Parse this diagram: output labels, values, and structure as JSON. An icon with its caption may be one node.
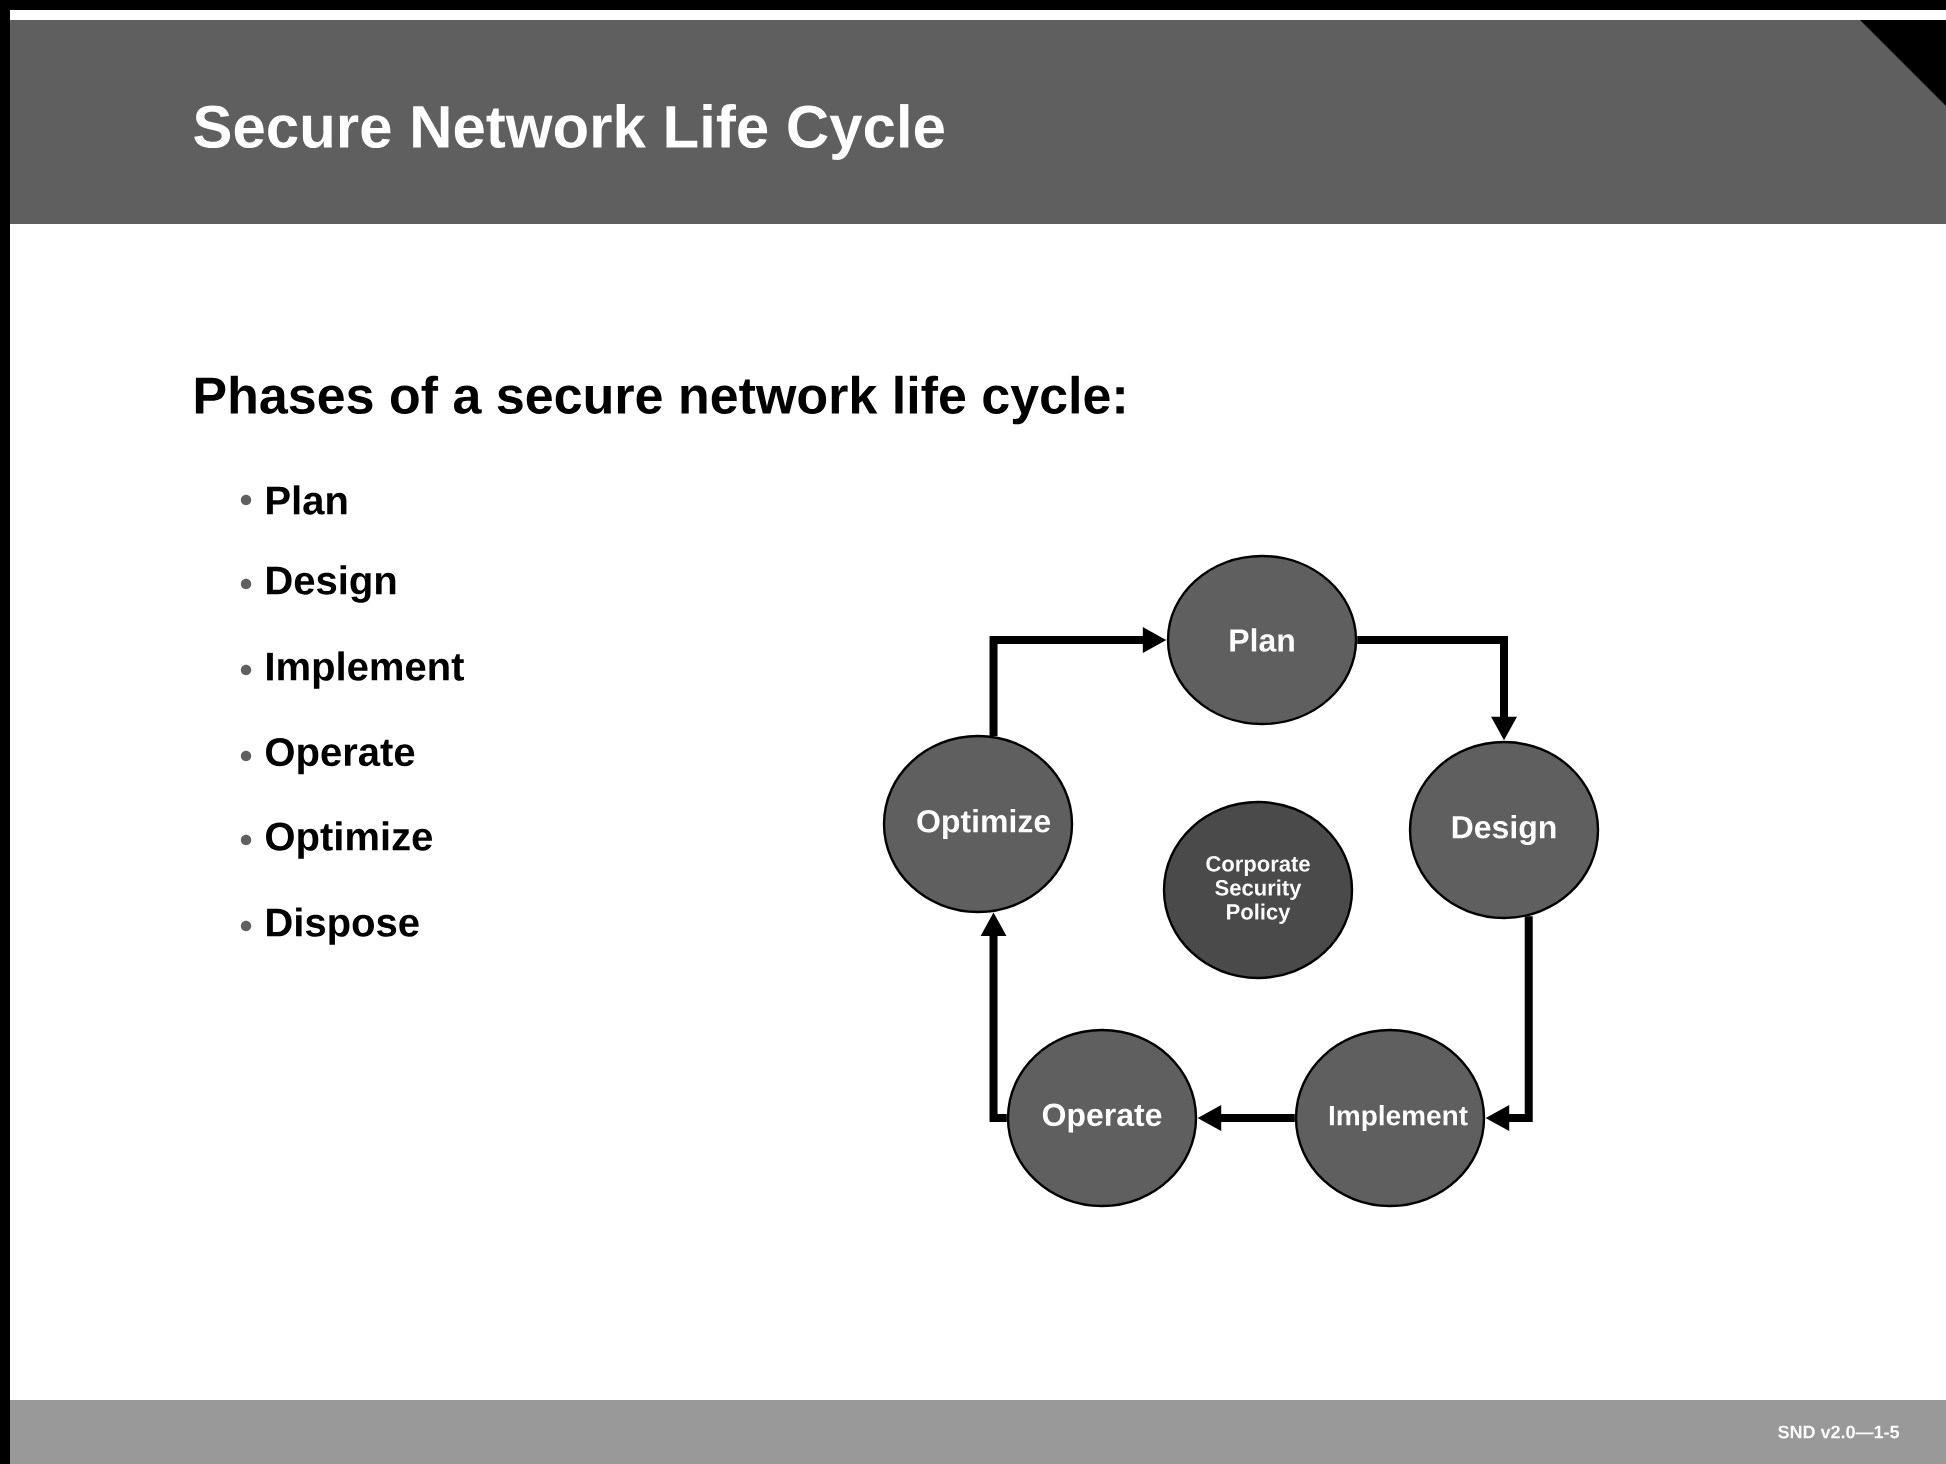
{
  "diagram": {
    "title": "Secure Network Life Cycle",
    "nodes": [
      {
        "text": [
          "Plan"
        ]
      },
      {
        "text": [
          "Optimize"
        ]
      },
      {
        "text": [
          "Design"
        ]
      },
      {
        "text": [
          "Corporate Security Policy"
        ]
      },
      {
        "text": [
          "Operate"
        ]
      },
      {
        "text": [
          "Implement"
        ]
      }
    ],
    "edges": [
      {
        "from": 0,
        "to": 2,
        "arrow": "to"
      },
      {
        "from": 2,
        "to": 5,
        "arrow": "to"
      },
      {
        "from": 5,
        "to": 4,
        "arrow": "to"
      },
      {
        "from": 4,
        "to": 1,
        "arrow": "to"
      },
      {
        "from": 1,
        "to": 0,
        "arrow": "to"
      }
    ],
    "labels": [
      "Phases of a secure network life cycle:",
      "Plan",
      "Design",
      "Implement",
      "Operate",
      "Optimize",
      "Dispose",
      "SND v2.0—1-5"
    ]
  }
}
